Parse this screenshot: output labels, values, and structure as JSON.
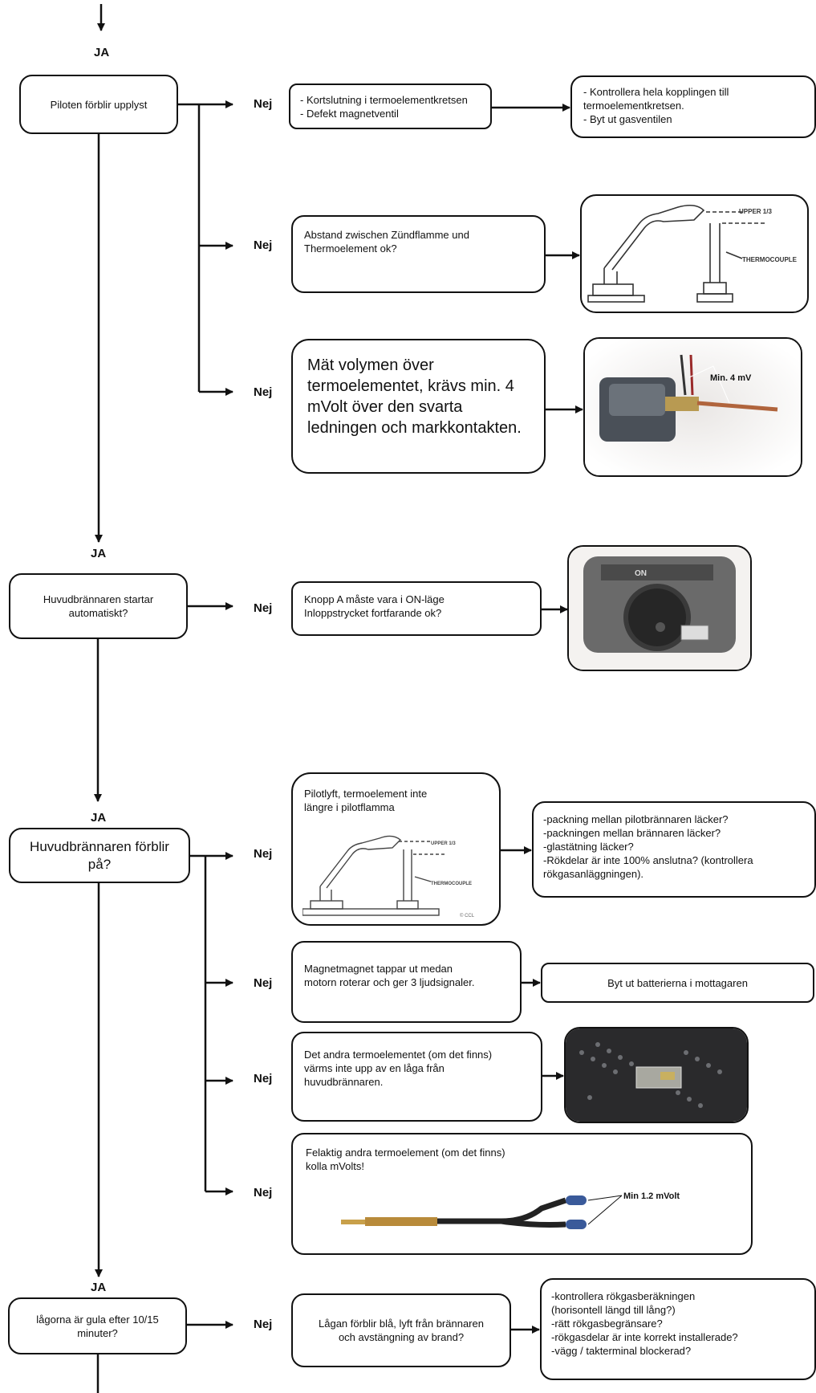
{
  "labels": {
    "ja": "JA",
    "nej": "Nej"
  },
  "steps": {
    "pilot_lit": "Piloten förblir upplyst",
    "main_auto": "Huvudbrännaren startar\nautomatiskt?",
    "main_stays": "Huvudbrännaren förblir\npå?",
    "flames_yellow": "lågorna är gula efter 10/15\nminuter?"
  },
  "checks": {
    "c1": "- Kortslutning i termoelementkretsen\n- Defekt magnetventil",
    "c1_action": "- Kontrollera hela kopplingen till\ntermoelementkretsen.\n- Byt ut gasventilen",
    "c2": "Abstand zwischen Zündflamme und\nThermoelement ok?",
    "c3": "Mät volymen över\ntermoelementet, krävs min. 4\nmVolt över den svarta\nledningen och markkontakten.",
    "c4": "Knopp A måste vara i ON-läge\nInloppstrycket fortfarande ok?",
    "c5": "Pilotlyft, termoelement inte\nlängre i pilotflamma",
    "c5_action": "-packning mellan pilotbrännaren läcker?\n-packningen mellan brännaren läcker?\n-glastätning läcker?\n-Rökdelar är inte 100% anslutna? (kontrollera\nrökgasanläggningen).",
    "c6": "Magnetmagnet tappar ut medan\nmotorn roterar och ger 3 ljudsignaler.",
    "c6_action": "Byt ut batterierna i mottagaren",
    "c7": "Det andra termoelementet (om det finns)\nvärms inte upp av en låga från\nhuvudbrännaren.",
    "c8": "Felaktig andra termoelement (om det finns)\nkolla mVolts!",
    "c9": "Lågan förblir blå, lyft från brännaren\noch avstängning av brand?",
    "c9_action": "-kontrollera rökgasberäkningen\n (horisontell längd till lång?)\n-rätt rökgasbegränsare?\n-rökgasdelar är inte korrekt installerade?\n-vägg / takterminal blockerad?"
  },
  "figure_labels": {
    "upper": "UPPER 1/3",
    "thermocouple": "THERMOCOUPLE",
    "min4": "Min. 4 mV",
    "min12": "Min 1.2 mVolt",
    "on": "ON",
    "ccl": "© CCL"
  }
}
